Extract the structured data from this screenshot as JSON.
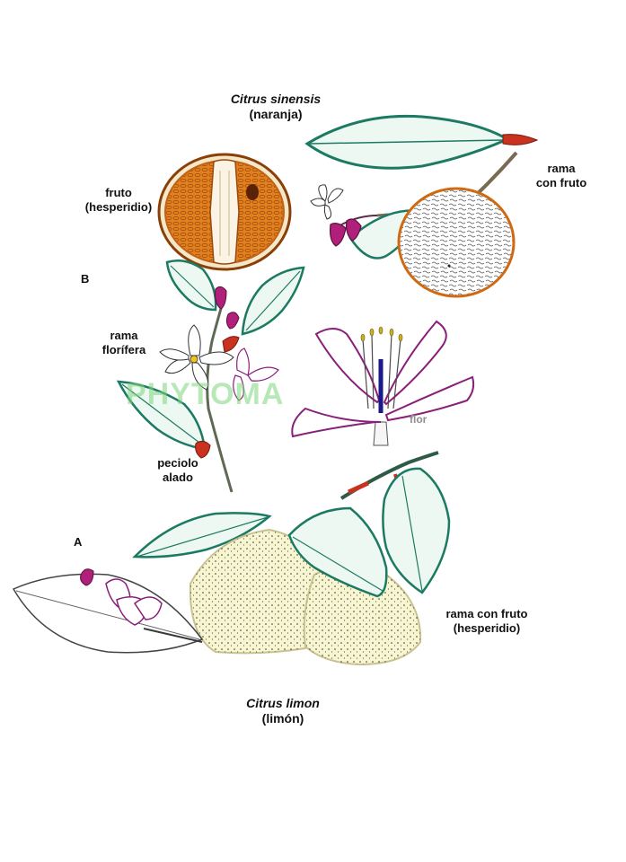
{
  "titles": {
    "sinensis": {
      "species": "Citrus sinensis",
      "common": "(naranja)"
    },
    "limon": {
      "species": "Citrus limon",
      "common": "(limón)"
    }
  },
  "labels": {
    "fruto": [
      "fruto",
      "(hesperidio)"
    ],
    "rama_con_fruto_top": [
      "rama",
      "con fruto"
    ],
    "rama_florifera": [
      "rama",
      "florífera"
    ],
    "peciolo_alado": [
      "peciolo",
      "alado"
    ],
    "flor": "flor",
    "rama_con_fruto_bottom": [
      "rama con fruto",
      "(hesperidio)"
    ]
  },
  "section_letters": {
    "b": "B",
    "a": "A"
  },
  "watermark": "PHYTOMA",
  "colors": {
    "leaf_stroke": "#1d7a62",
    "leaf_fill": "#eef8f3",
    "orange_peel": "#d06a12",
    "orange_pulp": "#e07a22",
    "lemon_fill": "#f8f6d0",
    "petal_edge": "#8a1f7a",
    "bud_red": "#c8321e",
    "watermark": "#7fd67f"
  }
}
